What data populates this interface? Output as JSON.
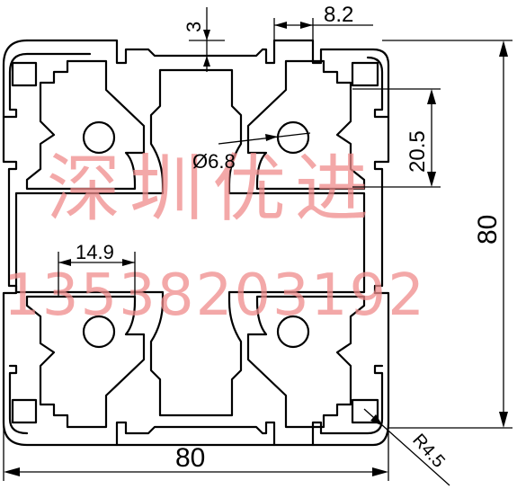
{
  "dimensions": {
    "overall_width": "80",
    "overall_height": "80",
    "slot_width": "8.2",
    "wall_thickness": "3",
    "hole_diameter": "Ø6.8",
    "slot_pitch": "20.5",
    "core_width": "14.9",
    "corner_radius": "R4.5"
  },
  "watermark": {
    "company": "深圳优进",
    "phone": "13538203192"
  }
}
